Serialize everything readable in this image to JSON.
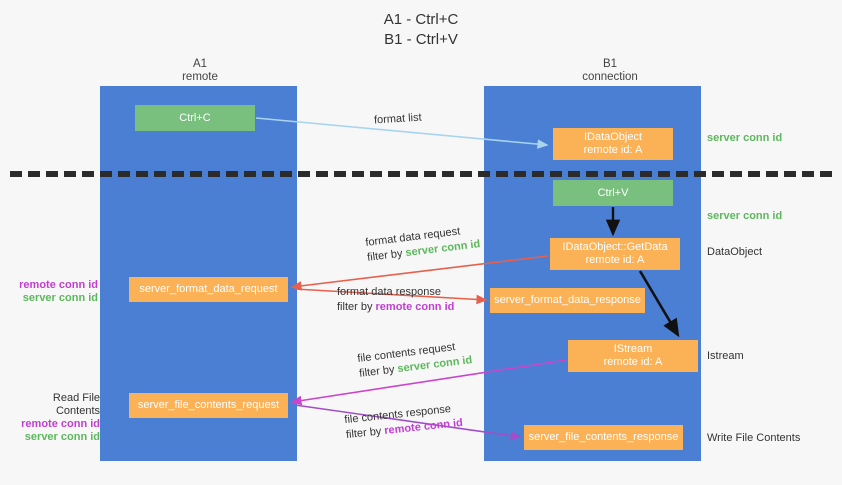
{
  "title": {
    "line1": "A1 - Ctrl+C",
    "line2": "B1 - Ctrl+V"
  },
  "columns": {
    "a1": {
      "name": "A1",
      "role": "remote"
    },
    "b1": {
      "name": "B1",
      "role": "connection"
    }
  },
  "boxes": {
    "ctrl_c": {
      "label": "Ctrl+C",
      "color": "#79c07f"
    },
    "idataobject": {
      "line1": "IDataObject",
      "line2": "remote id: A",
      "color": "#fbb155"
    },
    "ctrl_v": {
      "label": "Ctrl+V",
      "color": "#79c07f"
    },
    "getdata": {
      "line1": "IDataObject::GetData",
      "line2": "remote id: A",
      "color": "#fbb155"
    },
    "istream": {
      "line1": "IStream",
      "line2": "remote id: A",
      "color": "#fbb155"
    },
    "format_data_request": {
      "label": "server_format_data_request",
      "color": "#fbb155"
    },
    "format_data_response": {
      "label": "server_format_data_response",
      "color": "#fbb155"
    },
    "file_contents_request": {
      "label": "server_file_contents_request",
      "color": "#fbb155"
    },
    "file_contents_response": {
      "label": "server_file_contents_response",
      "color": "#fbb155"
    }
  },
  "flow_labels": {
    "format_list": "format list",
    "format_data_request": {
      "line1": "format data request",
      "filter_prefix": "filter by ",
      "filter_value": "server conn id"
    },
    "format_data_response": {
      "line1": "format data response",
      "filter_prefix": "filter by ",
      "filter_value": "remote conn id"
    },
    "file_contents_request": {
      "line1": "file contents request",
      "filter_prefix": "filter by ",
      "filter_value": "server conn id"
    },
    "file_contents_response": {
      "line1": "file contents response",
      "filter_prefix": "filter by ",
      "filter_value": "remote conn id"
    }
  },
  "side_labels": {
    "server_conn_id_top": "server conn id",
    "server_conn_id_mid": "server conn id",
    "dataobject": "DataObject",
    "istream": "Istream",
    "write_file_contents": "Write File Contents",
    "read_file_contents": "Read File Contents",
    "remote_conn_id_a": "remote conn id",
    "server_conn_id_a": "server conn id",
    "remote_conn_id_b": "remote conn id",
    "server_conn_id_b": "server conn id"
  },
  "colors": {
    "lane": "#4a7fd4",
    "green": "#5cb85c",
    "purple": "#c03fd0",
    "orange": "#fbb155",
    "green_box": "#79c07f",
    "arrow_blue": "#a8d4f0",
    "arrow_red": "#e8604c",
    "arrow_magenta": "#cc44cc",
    "arrow_purple": "#a04fc8",
    "arrow_black": "#111111",
    "background": "#f7f7f7"
  }
}
